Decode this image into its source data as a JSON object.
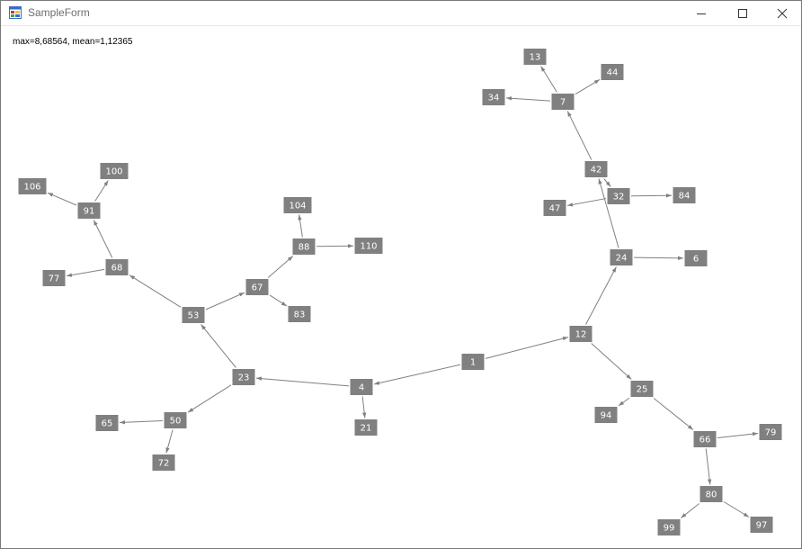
{
  "window": {
    "title": "SampleForm",
    "icon": "winforms-app-icon"
  },
  "titlebar_buttons": [
    "minimize-icon",
    "maximize-icon",
    "close-icon"
  ],
  "stats_text": "max=8,68564, mean=1,12365",
  "colors": {
    "node": "#808080",
    "node_text": "#ffffff",
    "edge": "#808080"
  },
  "nodes": [
    {
      "label": "1"
    },
    {
      "label": "4"
    },
    {
      "label": "12"
    },
    {
      "label": "23"
    },
    {
      "label": "21"
    },
    {
      "label": "24"
    },
    {
      "label": "25"
    },
    {
      "label": "53"
    },
    {
      "label": "50"
    },
    {
      "label": "42"
    },
    {
      "label": "6"
    },
    {
      "label": "94"
    },
    {
      "label": "66"
    },
    {
      "label": "67"
    },
    {
      "label": "68"
    },
    {
      "label": "65"
    },
    {
      "label": "72"
    },
    {
      "label": "7"
    },
    {
      "label": "32"
    },
    {
      "label": "79"
    },
    {
      "label": "80"
    },
    {
      "label": "88"
    },
    {
      "label": "83"
    },
    {
      "label": "91"
    },
    {
      "label": "77"
    },
    {
      "label": "13"
    },
    {
      "label": "44"
    },
    {
      "label": "34"
    },
    {
      "label": "47"
    },
    {
      "label": "84"
    },
    {
      "label": "99"
    },
    {
      "label": "97"
    },
    {
      "label": "104"
    },
    {
      "label": "110"
    },
    {
      "label": "100"
    },
    {
      "label": "106"
    }
  ],
  "edges": [
    [
      "1",
      "4"
    ],
    [
      "1",
      "12"
    ],
    [
      "4",
      "23"
    ],
    [
      "4",
      "21"
    ],
    [
      "12",
      "24"
    ],
    [
      "12",
      "25"
    ],
    [
      "23",
      "53"
    ],
    [
      "23",
      "50"
    ],
    [
      "24",
      "42"
    ],
    [
      "24",
      "6"
    ],
    [
      "25",
      "94"
    ],
    [
      "25",
      "66"
    ],
    [
      "53",
      "67"
    ],
    [
      "53",
      "68"
    ],
    [
      "50",
      "65"
    ],
    [
      "50",
      "72"
    ],
    [
      "42",
      "7"
    ],
    [
      "42",
      "32"
    ],
    [
      "66",
      "79"
    ],
    [
      "66",
      "80"
    ],
    [
      "67",
      "88"
    ],
    [
      "67",
      "83"
    ],
    [
      "68",
      "91"
    ],
    [
      "68",
      "77"
    ],
    [
      "7",
      "13"
    ],
    [
      "7",
      "44"
    ],
    [
      "7",
      "34"
    ],
    [
      "32",
      "47"
    ],
    [
      "32",
      "84"
    ],
    [
      "80",
      "99"
    ],
    [
      "80",
      "97"
    ],
    [
      "88",
      "104"
    ],
    [
      "88",
      "110"
    ],
    [
      "91",
      "100"
    ],
    [
      "91",
      "106"
    ]
  ]
}
